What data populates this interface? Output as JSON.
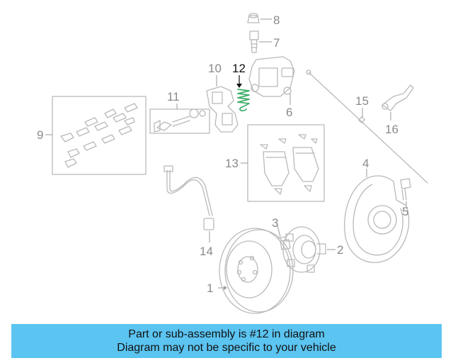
{
  "diagram": {
    "highlight_color": "#3fae6a",
    "part_color": "#b9b9b9",
    "callouts": {
      "c1": "1",
      "c2": "2",
      "c3": "3",
      "c4": "4",
      "c5": "5",
      "c6": "6",
      "c7": "7",
      "c8": "8",
      "c9": "9",
      "c10": "10",
      "c11": "11",
      "c12": "12",
      "c13": "13",
      "c14": "14",
      "c15": "15",
      "c16": "16"
    }
  },
  "banner": {
    "background": "#5bc4f1",
    "line1": "Part or sub-assembly is #12 in diagram",
    "line2": "Diagram may not be specific to your vehicle"
  }
}
